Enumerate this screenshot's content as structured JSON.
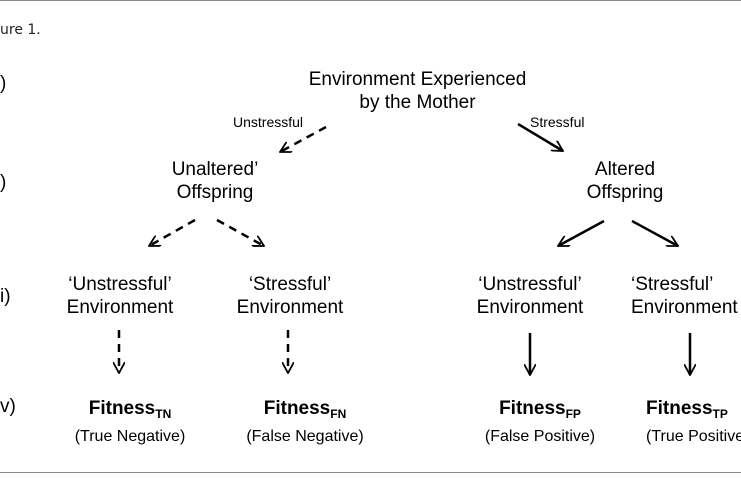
{
  "caption": "ure 1.",
  "row_labels": [
    ")",
    ")",
    "i)",
    "v)"
  ],
  "root": {
    "line1": "Environment Experienced",
    "line2": "by the Mother"
  },
  "edge_labels": {
    "left": "Unstressful",
    "right": "Stressful"
  },
  "offspring": [
    {
      "line1": "Unaltered’",
      "line2": "Offspring"
    },
    {
      "line1": "Altered",
      "line2": "Offspring"
    }
  ],
  "environments": [
    {
      "line1": "‘Unstressful’",
      "line2": "Environment"
    },
    {
      "line1": "‘Stressful’",
      "line2": "Environment"
    },
    {
      "line1": "‘Unstressful’",
      "line2": "Environment"
    },
    {
      "line1": "‘Stressful’",
      "line2": "Environment"
    }
  ],
  "fitness": [
    {
      "name": "Fitness",
      "sub": "TN",
      "desc": "(True Negative)"
    },
    {
      "name": "Fitness",
      "sub": "FN",
      "desc": "(False Negative)"
    },
    {
      "name": "Fitness",
      "sub": "FP",
      "desc": "(False Positive)"
    },
    {
      "name": "Fitness",
      "sub": "TP",
      "desc": "(True Positive)"
    }
  ],
  "colors": {
    "ink": "#000000",
    "rule": "#8c8c8c"
  }
}
